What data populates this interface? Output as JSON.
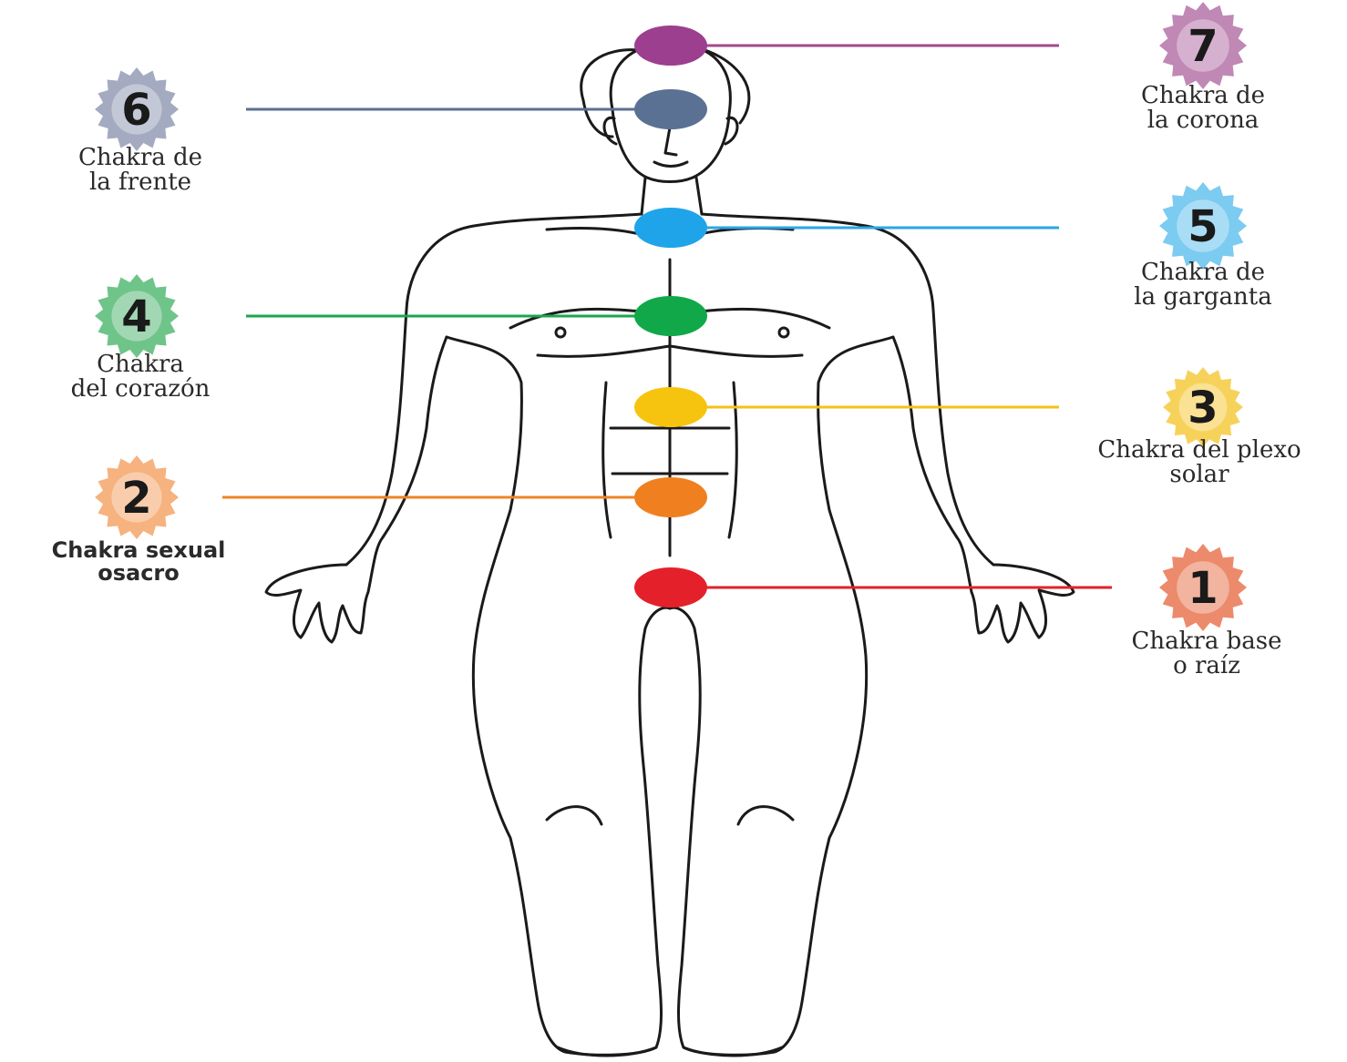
{
  "chakras": [
    {
      "number": "7",
      "name": "crown",
      "label_lines": [
        "Chakra de",
        "la corona"
      ],
      "dot_color": "#9c3f8e",
      "badge_color": "#c088b5",
      "line_color": "#a24a8c"
    },
    {
      "number": "6",
      "name": "forehead",
      "label_lines": [
        "Chakra de",
        "la frente"
      ],
      "dot_color": "#5b7193",
      "badge_color": "#a4abc0",
      "line_color": "#5a7090"
    },
    {
      "number": "5",
      "name": "throat",
      "label_lines": [
        "Chakra de",
        "la garganta"
      ],
      "dot_color": "#1fa4ea",
      "badge_color": "#7ccbf0",
      "line_color": "#2aa6e6"
    },
    {
      "number": "4",
      "name": "heart",
      "label_lines": [
        "Chakra",
        "del corazón"
      ],
      "dot_color": "#11a84a",
      "badge_color": "#6fc48a",
      "line_color": "#19a64c"
    },
    {
      "number": "3",
      "name": "solar-plexus",
      "label_lines": [
        "Chakra del plexo",
        "solar"
      ],
      "dot_color": "#f6c40e",
      "badge_color": "#f7d25a",
      "line_color": "#f3c118"
    },
    {
      "number": "2",
      "name": "sacral",
      "label_lines": [
        "Chakra sexual",
        "osacro"
      ],
      "dot_color": "#f0801f",
      "badge_color": "#f6b27f",
      "line_color": "#ef8424"
    },
    {
      "number": "1",
      "name": "root",
      "label_lines": [
        "Chakra base",
        "o raíz"
      ],
      "dot_color": "#e4202a",
      "badge_color": "#ec8a6c",
      "line_color": "#e2232b"
    }
  ],
  "colors": {
    "outline": "#1a1a1a",
    "background": "#ffffff"
  }
}
